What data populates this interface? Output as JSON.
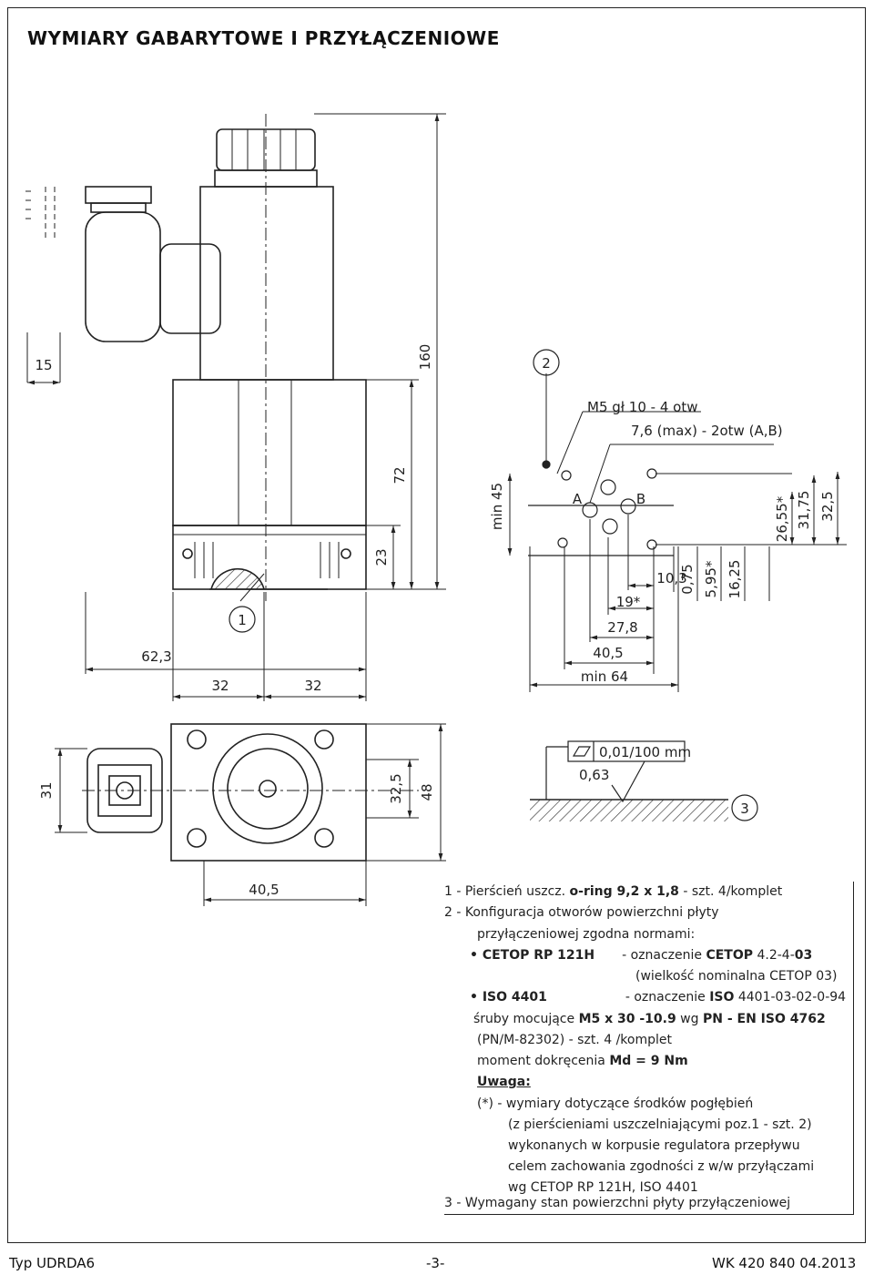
{
  "title": "WYMIARY GABARYTOWE I PRZYŁĄCZENIOWE",
  "dimensions": {
    "d15": "15",
    "d160": "160",
    "d72": "72",
    "d23": "23",
    "d62_3": "62,3",
    "d32a": "32",
    "d32b": "32",
    "d31": "31",
    "d32_5a": "32,5",
    "d48": "48",
    "d40_5a": "40,5",
    "min45": "min 45",
    "m5": "M5 gł 10 - 4 otw",
    "phi": "7,6 (max) - 2otw (A,B)",
    "A": "A",
    "B": "B",
    "d26_55": "26,55*",
    "d31_75": "31,75",
    "d32_5b": "32,5",
    "d0_75": "0,75",
    "d5_95": "5,95*",
    "d16_25": "16,25",
    "d10_3": "10,3",
    "d19": "19*",
    "d27_8": "27,8",
    "d40_5b": "40,5",
    "min64": "min 64",
    "flat": "0,01/100 mm",
    "rough": "0,63"
  },
  "callouts": {
    "c1": "1",
    "c2": "2",
    "c3": "3"
  },
  "notes": {
    "l1a": "1 -  Pierścień  uszcz. ",
    "l1b": "o-ring  9,2 x 1,8",
    "l1c": " - szt. 4/komplet",
    "l2": "2 -  Konfiguracja  otworów  powierzchni  płyty",
    "l3": "przyłączeniowej zgodna  normami:",
    "l4a": "• CETOP RP 121H",
    "l4b": "-  oznaczenie  ",
    "l4c": "CETOP",
    "l4d": " 4.2-4-",
    "l4e": "03",
    "l5": "(wielkość  nominalna  CETOP 03)",
    "l6a": "• ISO 4401",
    "l6b": "- oznaczenie ",
    "l6c": "ISO",
    "l6d": " 4401-03-02-0-94",
    "l7a": " śruby mocujące ",
    "l7b": "M5 x 30 -10.9",
    "l7c": " wg ",
    "l7d": "PN - EN ISO 4762",
    "l8": "(PN/M-82302) - szt. 4 /komplet",
    "l9a": "moment dokręcenia  ",
    "l9b": "Md = 9 Nm",
    "l10": "Uwaga:",
    "l11": "(*) - wymiary   dotyczące   środków   pogłębień",
    "l12": "(z  pierścieniami  uszczelniającymi  poz.1 - szt. 2)",
    "l13": "wykonanych  w  korpusie  regulatora  przepływu",
    "l14": "celem zachowania zgodności z  w/w przyłączami",
    "l15": "wg CETOP RP 121H, ISO 4401",
    "l16": "3 -  Wymagany   stan   powierzchni   płyty  przyłączeniowej"
  },
  "footer": {
    "left": "Typ UDRDA6",
    "center": "-3-",
    "right": "WK 420 840   04.2013"
  }
}
